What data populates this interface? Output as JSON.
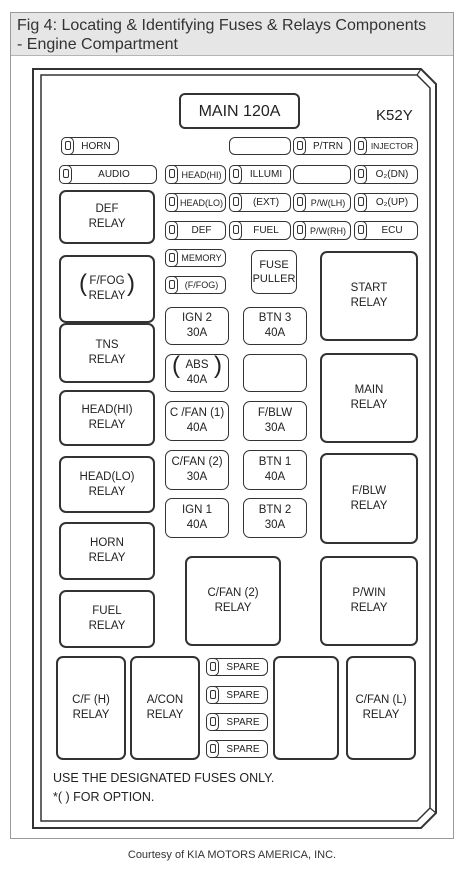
{
  "caption": {
    "line1": "Fig 4: Locating & Identifying Fuses & Relays Components",
    "line2": "- Engine Compartment"
  },
  "main_fuse": "MAIN 120A",
  "model_code": "K52Y",
  "mini_fuses": {
    "horn": "HORN",
    "audio": "AUDIO",
    "head_hi": "HEAD(HI)",
    "head_lo": "HEAD(LO)",
    "def": "DEF",
    "memory": "MEMORY",
    "f_fog": "(F/FOG)",
    "illumi": "ILLUMI",
    "ext": "(EXT)",
    "fuel": "FUEL",
    "p_trn": "P/TRN",
    "injector": "INJECTOR",
    "o2_dn": "O₂(DN)",
    "o2_up": "O₂(UP)",
    "p_w_lh": "P/W(LH)",
    "p_w_rh": "P/W(RH)",
    "ecu": "ECU",
    "spare1": "SPARE",
    "spare2": "SPARE",
    "spare3": "SPARE",
    "spare4": "SPARE"
  },
  "fuse_puller": {
    "line1": "FUSE",
    "line2": "PULLER"
  },
  "relays": {
    "def": {
      "line1": "DEF",
      "line2": "RELAY"
    },
    "f_fog": {
      "line1": "F/FOG",
      "line2": "RELAY"
    },
    "tns": {
      "line1": "TNS",
      "line2": "RELAY"
    },
    "head_hi": {
      "line1": "HEAD(HI)",
      "line2": "RELAY"
    },
    "head_lo": {
      "line1": "HEAD(LO)",
      "line2": "RELAY"
    },
    "horn": {
      "line1": "HORN",
      "line2": "RELAY"
    },
    "fuel": {
      "line1": "FUEL",
      "line2": "RELAY"
    },
    "start": {
      "line1": "START",
      "line2": "RELAY"
    },
    "main": {
      "line1": "MAIN",
      "line2": "RELAY"
    },
    "f_blw": {
      "line1": "F/BLW",
      "line2": "RELAY"
    },
    "p_win": {
      "line1": "P/WIN",
      "line2": "RELAY"
    },
    "c_fan2": {
      "line1": "C/FAN (2)",
      "line2": "RELAY"
    },
    "cf_h": {
      "line1": "C/F (H)",
      "line2": "RELAY"
    },
    "a_con": {
      "line1": "A/CON",
      "line2": "RELAY"
    },
    "c_fan_l": {
      "line1": "C/FAN (L)",
      "line2": "RELAY"
    }
  },
  "large_fuses": {
    "ign2": {
      "name": "IGN 2",
      "amps": "30A"
    },
    "btn3": {
      "name": "BTN 3",
      "amps": "40A"
    },
    "abs": {
      "name": "ABS",
      "amps": "40A"
    },
    "cfan1": {
      "name": "C /FAN (1)",
      "amps": "40A"
    },
    "fblw": {
      "name": "F/BLW",
      "amps": "30A"
    },
    "cfan2": {
      "name": "C/FAN (2)",
      "amps": "30A"
    },
    "btn1": {
      "name": "BTN 1",
      "amps": "40A"
    },
    "ign1": {
      "name": "IGN 1",
      "amps": "40A"
    },
    "btn2": {
      "name": "BTN 2",
      "amps": "30A"
    }
  },
  "notes": {
    "line1": "USE THE DESIGNATED FUSES ONLY.",
    "line2": "*(   ) FOR OPTION."
  },
  "credit": "Courtesy of KIA MOTORS AMERICA, INC."
}
